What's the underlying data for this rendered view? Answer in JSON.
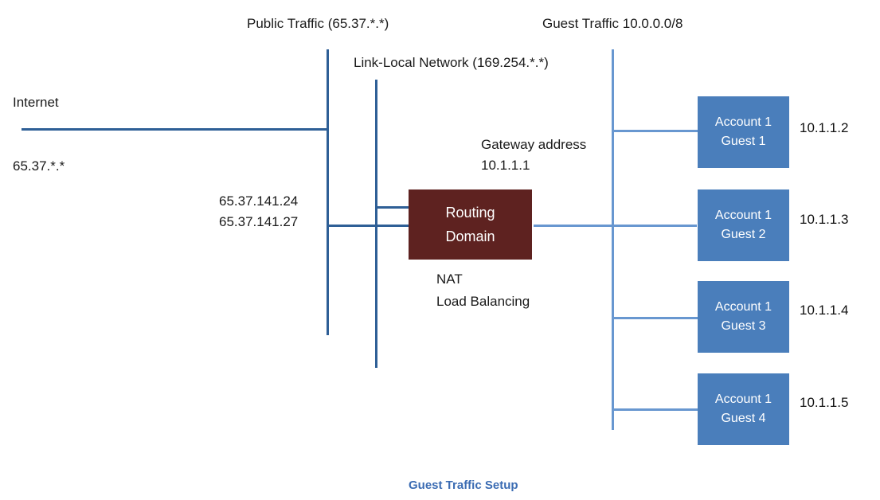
{
  "diagram": {
    "caption": "Guest Traffic Setup",
    "colors": {
      "guest_box": "#4a7ebb",
      "routing_box": "#5e2220",
      "line_dark": "#2e5f96",
      "line_light": "#6897d0",
      "caption_text": "#3b6cb3",
      "background": "#ffffff"
    }
  },
  "labels": {
    "public_traffic": "Public Traffic (65.37.*.*)",
    "guest_traffic": "Guest Traffic 10.0.0.0/8",
    "link_local": "Link-Local Network (169.254.*.*)",
    "internet": "Internet",
    "internet_subnet": "65.37.*.*",
    "nat_ip_1": "65.37.141.24",
    "nat_ip_2": "65.37.141.27",
    "gateway_title": "Gateway address",
    "gateway_ip": "10.1.1.1",
    "nat_feature": "NAT",
    "load_balancing_feature": "Load Balancing"
  },
  "routing_domain": {
    "line1": "Routing",
    "line2": "Domain"
  },
  "guests": [
    {
      "account": "Account 1",
      "name": "Guest 1",
      "ip": "10.1.1.2"
    },
    {
      "account": "Account 1",
      "name": "Guest 2",
      "ip": "10.1.1.3"
    },
    {
      "account": "Account 1",
      "name": "Guest 3",
      "ip": "10.1.1.4"
    },
    {
      "account": "Account 1",
      "name": "Guest 4",
      "ip": "10.1.1.5"
    }
  ]
}
